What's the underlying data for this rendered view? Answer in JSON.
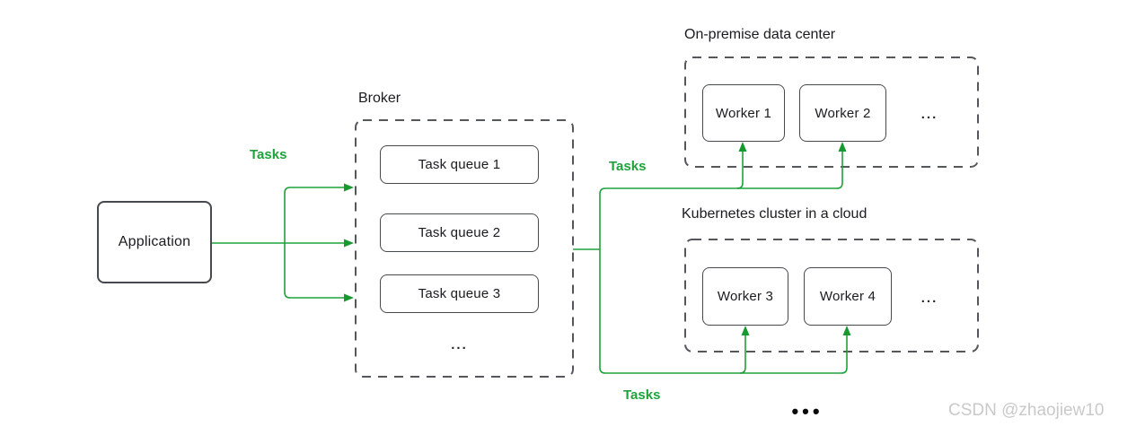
{
  "diagram": {
    "application": {
      "label": "Application"
    },
    "broker": {
      "title": "Broker",
      "queues": [
        "Task queue 1",
        "Task queue 2",
        "Task queue 3"
      ],
      "ellipsis": "..."
    },
    "on_premise": {
      "title": "On-premise data center",
      "workers": [
        "Worker 1",
        "Worker 2"
      ],
      "ellipsis": "..."
    },
    "kubernetes": {
      "title": "Kubernetes cluster in a cloud",
      "workers": [
        "Worker 3",
        "Worker 4"
      ],
      "ellipsis": "..."
    },
    "edge_labels": {
      "app_to_broker": "Tasks",
      "broker_to_on_premise": "Tasks",
      "broker_to_kubernetes": "Tasks"
    },
    "more_clusters": "•••",
    "colors": {
      "arrow_green": "#1fa23c",
      "box_border": "#46494d",
      "dashed_border": "#54575c",
      "text": "#1a1b1e",
      "watermark": "#c9c9c9"
    }
  },
  "watermark_text": "CSDN @zhaojiew10"
}
